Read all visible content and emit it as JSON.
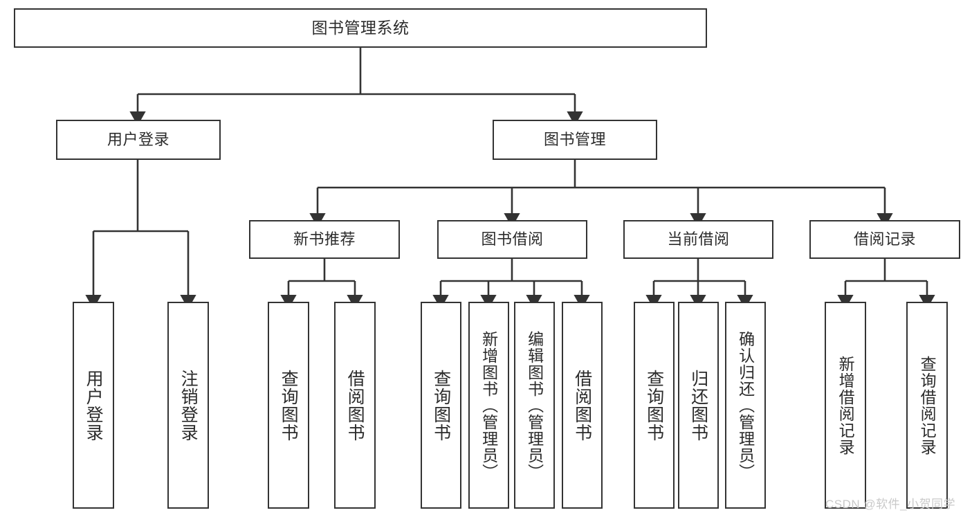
{
  "diagram": {
    "type": "tree-hierarchy",
    "title": "图书管理系统",
    "orientation": "top-down",
    "colors": {
      "border": "#333333",
      "fill": "#ffffff",
      "text": "#2b2b2b",
      "edge": "#333333",
      "watermark": "#c9c9c9"
    },
    "nodes": {
      "root": {
        "label": "图书管理系统"
      },
      "level2": [
        {
          "id": "user-login",
          "label": "用户登录"
        },
        {
          "id": "book-management",
          "label": "图书管理"
        }
      ],
      "level3": [
        {
          "id": "new-book-recommend",
          "label": "新书推荐"
        },
        {
          "id": "book-borrow",
          "label": "图书借阅"
        },
        {
          "id": "current-borrow",
          "label": "当前借阅"
        },
        {
          "id": "borrow-record",
          "label": "借阅记录"
        }
      ],
      "leaves": [
        {
          "id": "leaf-user-login",
          "label": "用户登录",
          "parent": "user-login"
        },
        {
          "id": "leaf-logout-login",
          "label": "注销登录",
          "parent": "user-login"
        },
        {
          "id": "leaf-query-book-1",
          "label": "查询图书",
          "parent": "new-book-recommend"
        },
        {
          "id": "leaf-borrow-book-1",
          "label": "借阅图书",
          "parent": "new-book-recommend"
        },
        {
          "id": "leaf-query-book-2",
          "label": "查询图书",
          "parent": "book-borrow"
        },
        {
          "id": "leaf-add-book",
          "label": "新增图书（管理员）",
          "parent": "book-borrow"
        },
        {
          "id": "leaf-edit-book",
          "label": "编辑图书（管理员）",
          "parent": "book-borrow"
        },
        {
          "id": "leaf-borrow-book-2",
          "label": "借阅图书",
          "parent": "book-borrow"
        },
        {
          "id": "leaf-query-book-3",
          "label": "查询图书",
          "parent": "current-borrow"
        },
        {
          "id": "leaf-return-book",
          "label": "归还图书",
          "parent": "current-borrow"
        },
        {
          "id": "leaf-confirm-return",
          "label": "确认归还（管理员）",
          "parent": "current-borrow"
        },
        {
          "id": "leaf-add-borrow-record",
          "label": "新增借阅记录",
          "parent": "borrow-record"
        },
        {
          "id": "leaf-query-borrow-record",
          "label": "查询借阅记录",
          "parent": "borrow-record"
        }
      ]
    },
    "watermark": "CSDN @软件_小贺同学"
  }
}
